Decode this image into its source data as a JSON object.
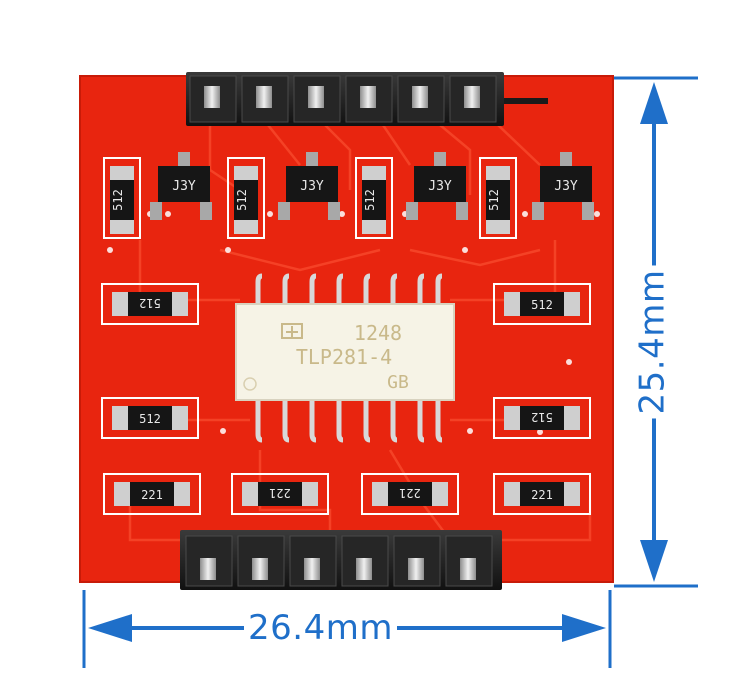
{
  "dimensions": {
    "width_label": "26.4mm",
    "height_label": "25.4mm",
    "line_color": "#1f6fc9"
  },
  "board": {
    "pcb_color": "#e8250f",
    "ic": {
      "line1": "1248",
      "line2": "TLP281-4",
      "line3": "GB"
    },
    "transistor_marking": "J3Y",
    "top_resistor_marking": "512",
    "side_resistor_marking": "512",
    "bottom_resistor_marking": "221"
  }
}
